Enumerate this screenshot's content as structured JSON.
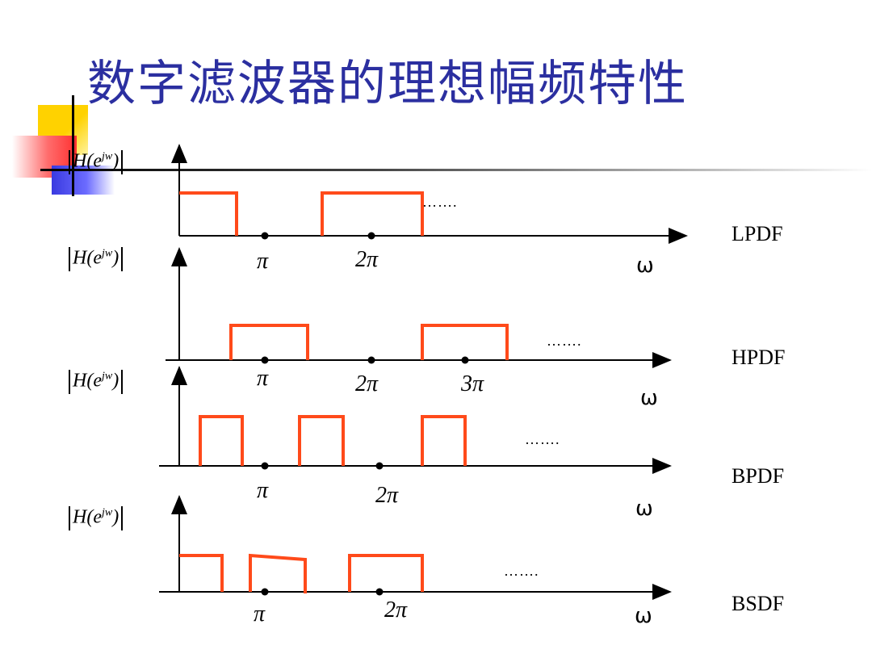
{
  "title": "数字滤波器的理想幅频特性",
  "y_label": {
    "base": "H(e",
    "sup": "jw",
    "close": ")"
  },
  "omega": "ω",
  "ellipsis": "…….",
  "pi": "π",
  "two_pi": "2π",
  "three_pi": "3π",
  "filters": [
    "LPDF",
    "HPDF",
    "BPDF",
    "BSDF"
  ],
  "colors": {
    "title": "#2b2fa0",
    "pulse": "#ff4a1a",
    "axis": "#000000"
  }
}
